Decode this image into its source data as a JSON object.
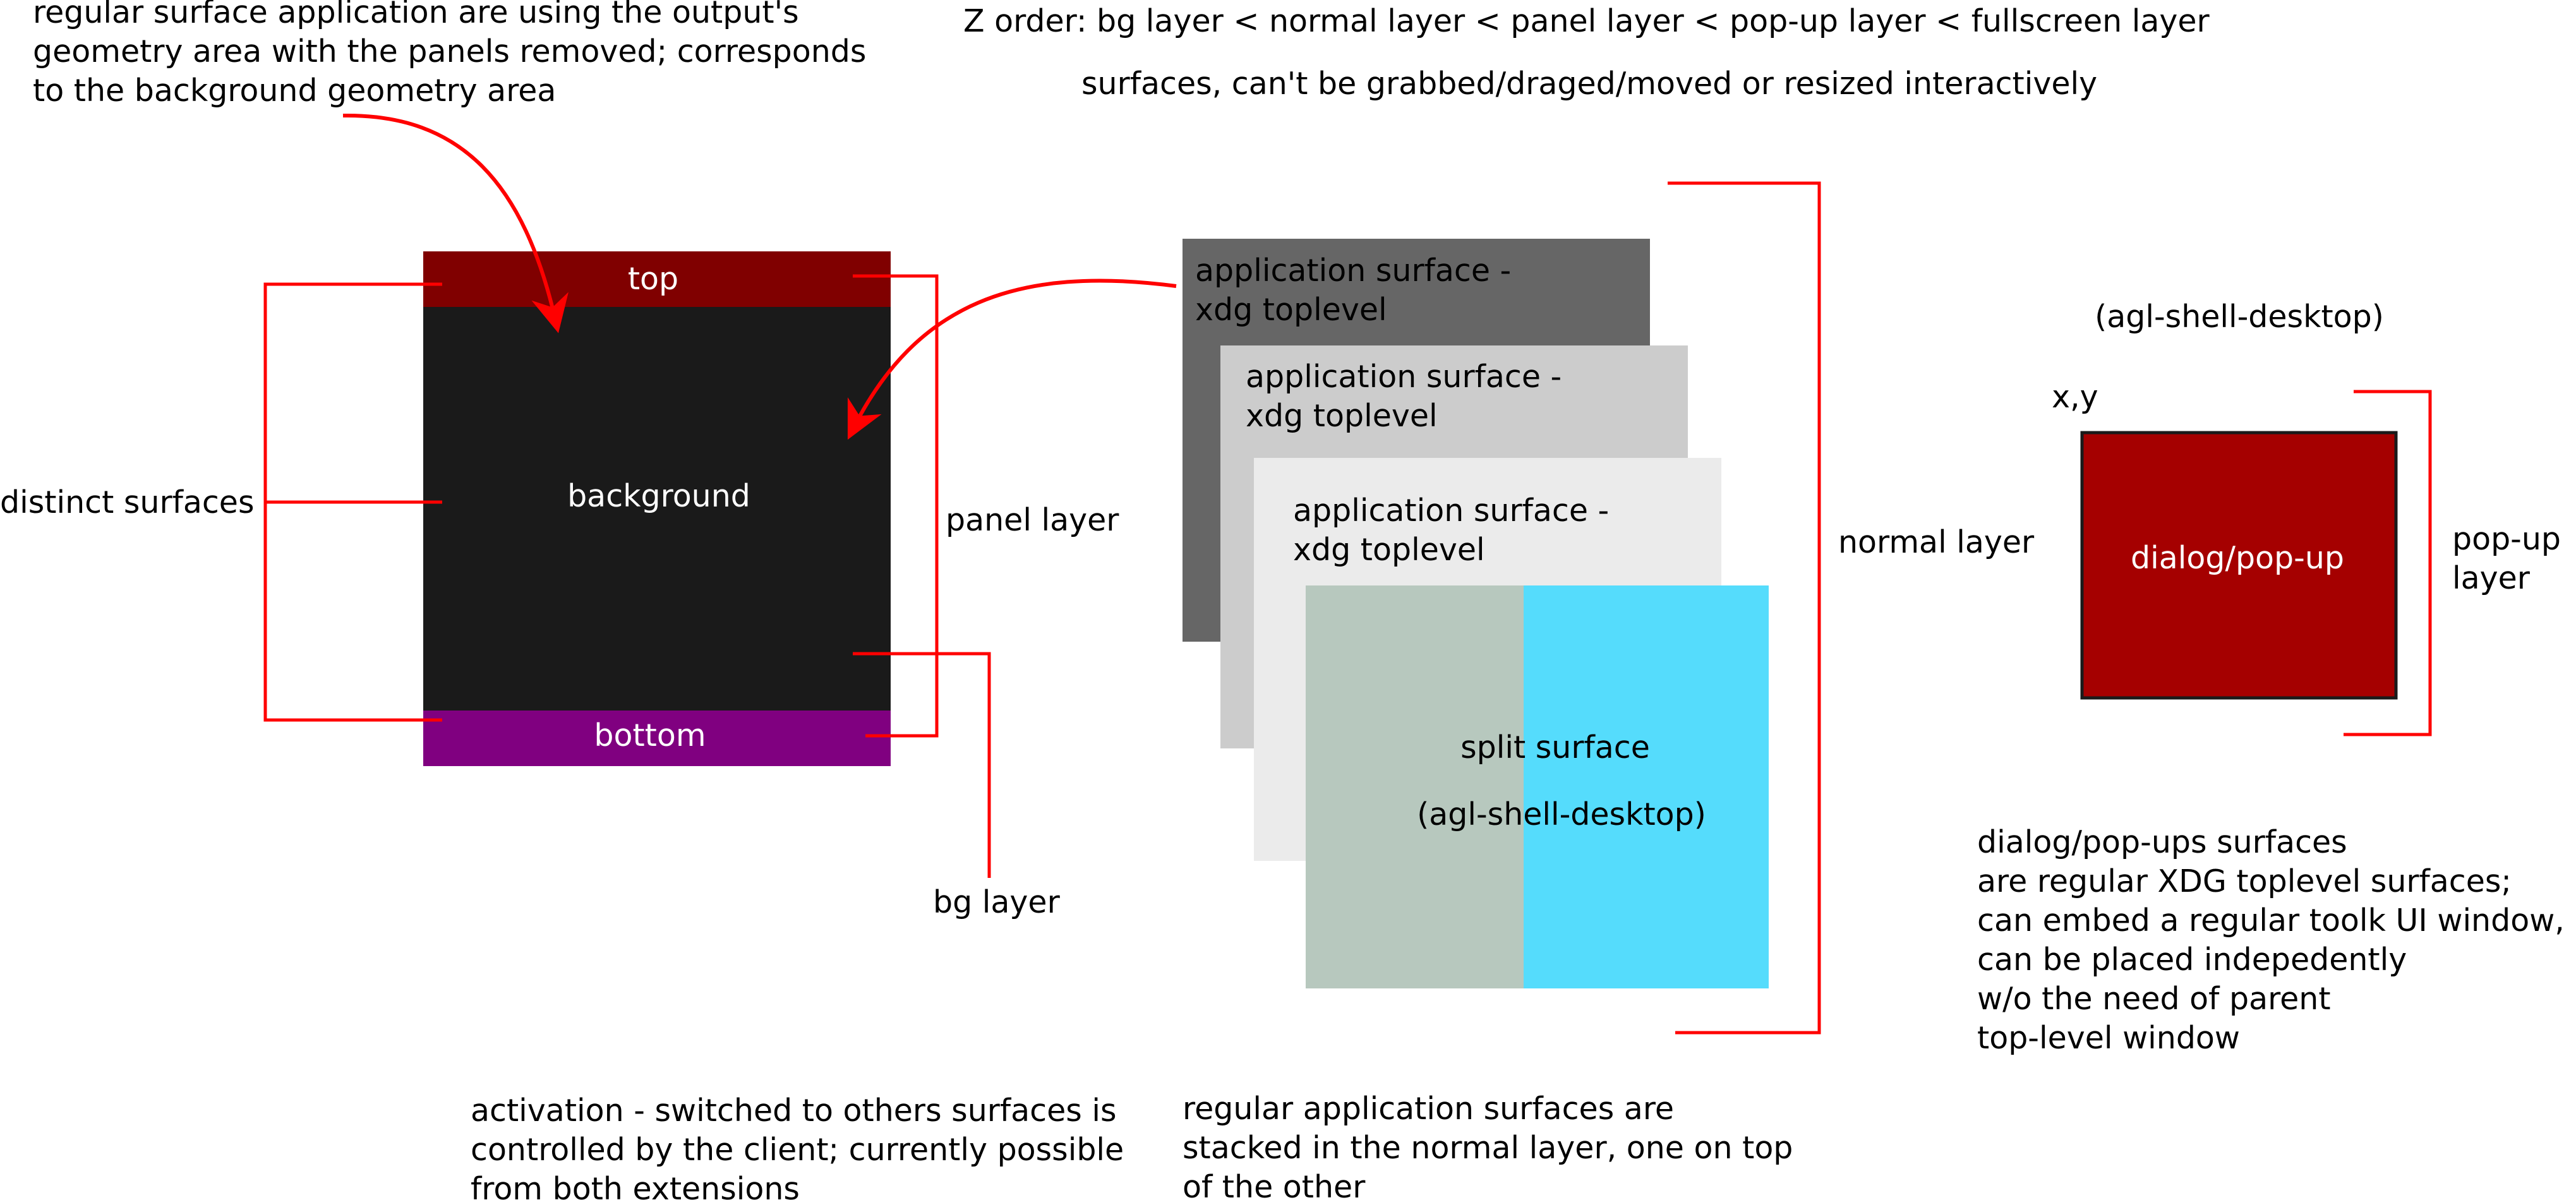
{
  "title_line1": "Z order: bg layer < normal layer < panel layer < pop-up layer < fullscreen layer",
  "title_line2": "surfaces, can't be grabbed/draged/moved or resized interactively",
  "note_regular_surface": [
    "regular surface application are using the output's",
    "geometry area with the panels removed; corresponds",
    "to the background geometry area"
  ],
  "shell_panel": {
    "top_label": "top",
    "background_label": "background",
    "bottom_label": "bottom"
  },
  "label_distinct_surfaces": "distinct surfaces",
  "label_panel_layer": "panel layer",
  "label_bg_layer": "bg layer",
  "app_surfaces": [
    {
      "line1": "application surface -",
      "line2": "xdg toplevel"
    },
    {
      "line1": "application surface -",
      "line2": "xdg toplevel"
    },
    {
      "line1": "application surface -",
      "line2": "xdg toplevel"
    }
  ],
  "split_surface": {
    "line1": "split surface",
    "line2": "(agl-shell-desktop)"
  },
  "label_normal_layer": "normal layer",
  "popup": {
    "header": "(agl-shell-desktop)",
    "coords": "x,y",
    "label": "dialog/pop-up",
    "layer_line1": "pop-up",
    "layer_line2": "layer"
  },
  "note_dialogs": [
    "dialog/pop-ups surfaces",
    "are regular XDG toplevel surfaces;",
    "can embed a regular toolk UI window,",
    "can be placed indepedently",
    "w/o the need of parent",
    "top-level window"
  ],
  "note_activation": [
    "activation - switched to others surfaces is",
    "controlled by the client; currently possible",
    "from both extensions"
  ],
  "note_stacking": [
    "regular application surfaces are",
    "stacked in the normal layer, one on top",
    "of the other"
  ],
  "colors": {
    "arrow": "#ff0000",
    "top_panel": "#800000",
    "background": "#1a1a1a",
    "bottom_panel": "#800080",
    "app1": "#666666",
    "app2": "#cccccc",
    "app3": "#ebebeb",
    "split_left": "#b7c8be",
    "split_right": "#55dcfc",
    "popup": "#a50000"
  }
}
